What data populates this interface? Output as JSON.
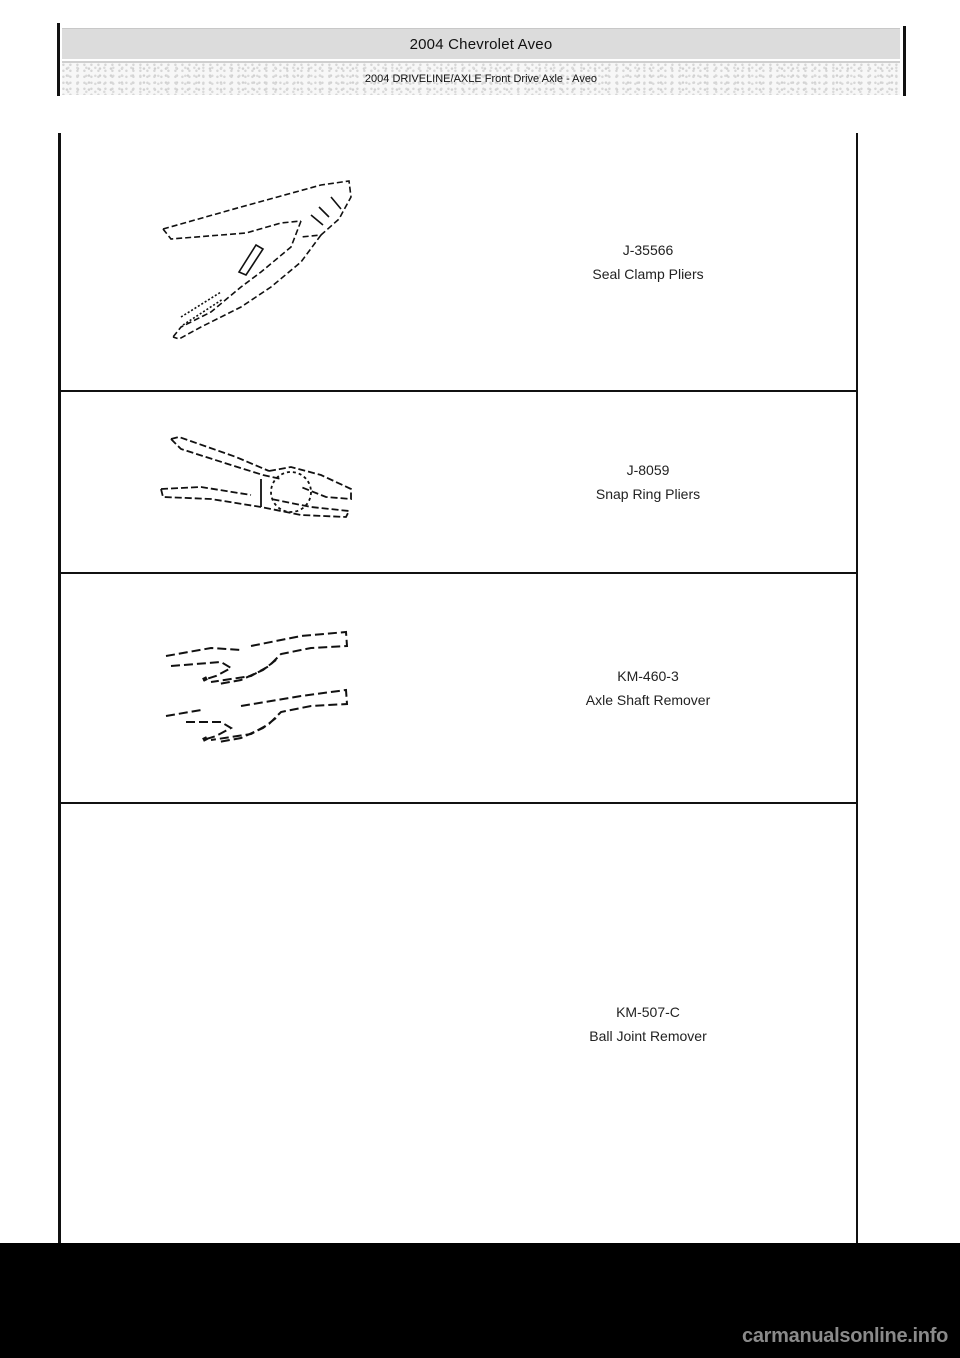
{
  "header": {
    "title": "2004 Chevrolet Aveo",
    "subtitle": "2004 DRIVELINE/AXLE Front Drive Axle - Aveo"
  },
  "tools": [
    {
      "number": "J-35566",
      "name": "Seal Clamp Pliers",
      "icon": "seal-clamp-pliers-illustration"
    },
    {
      "number": "J-8059",
      "name": "Snap Ring Pliers",
      "icon": "snap-ring-pliers-illustration"
    },
    {
      "number": "KM-460-3",
      "name": "Axle Shaft Remover",
      "icon": "axle-shaft-remover-illustration"
    },
    {
      "number": "KM-507-C",
      "name": "Ball Joint Remover",
      "icon": "ball-joint-remover-illustration"
    }
  ],
  "footer": {
    "watermark": "carmanualsonline.info"
  },
  "colors": {
    "title_band": "#dcdcdc",
    "border": "#111111",
    "footer_bg": "#000000",
    "watermark": "#8a8a8a"
  }
}
